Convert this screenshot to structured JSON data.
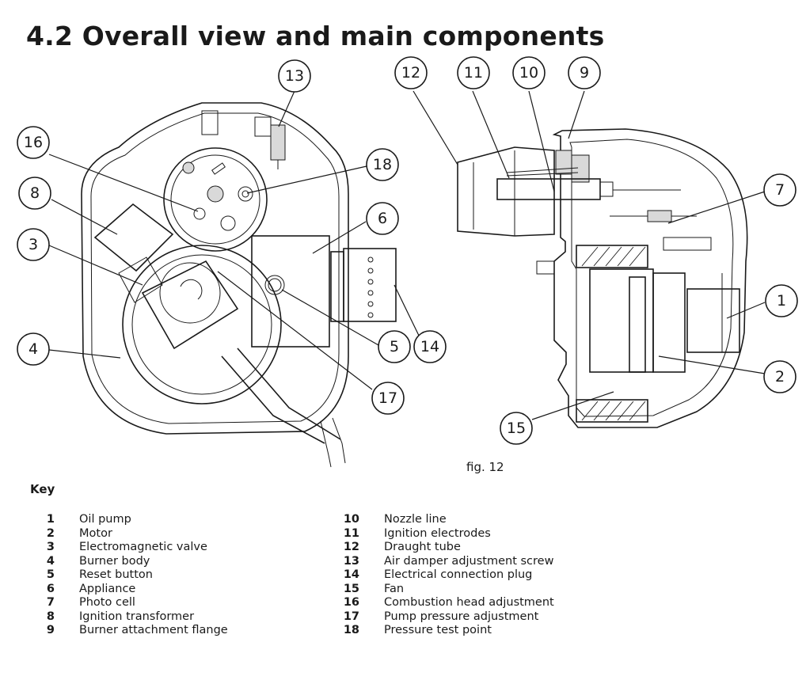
{
  "title": "4.2 Overall view and main components",
  "figure_caption": "fig. 12",
  "key_heading": "Key",
  "callouts": [
    "1",
    "2",
    "3",
    "4",
    "5",
    "6",
    "7",
    "8",
    "9",
    "10",
    "11",
    "12",
    "13",
    "14",
    "15",
    "16",
    "17",
    "18"
  ],
  "key_left": [
    {
      "num": "1",
      "name": "Oil pump"
    },
    {
      "num": "2",
      "name": "Motor"
    },
    {
      "num": "3",
      "name": "Electromagnetic valve"
    },
    {
      "num": "4",
      "name": "Burner body"
    },
    {
      "num": "5",
      "name": "Reset button"
    },
    {
      "num": "6",
      "name": "Appliance"
    },
    {
      "num": "7",
      "name": "Photo cell"
    },
    {
      "num": "8",
      "name": "Ignition transformer"
    },
    {
      "num": "9",
      "name": "Burner attachment flange"
    }
  ],
  "key_right": [
    {
      "num": "10",
      "name": "Nozzle line"
    },
    {
      "num": "11",
      "name": "Ignition electrodes"
    },
    {
      "num": "12",
      "name": "Draught tube"
    },
    {
      "num": "13",
      "name": "Air damper adjustment screw"
    },
    {
      "num": "14",
      "name": "Electrical connection plug"
    },
    {
      "num": "15",
      "name": "Fan"
    },
    {
      "num": "16",
      "name": "Combustion head adjustment"
    },
    {
      "num": "17",
      "name": "Pump pressure adjustment"
    },
    {
      "num": "18",
      "name": "Pressure test point"
    }
  ]
}
